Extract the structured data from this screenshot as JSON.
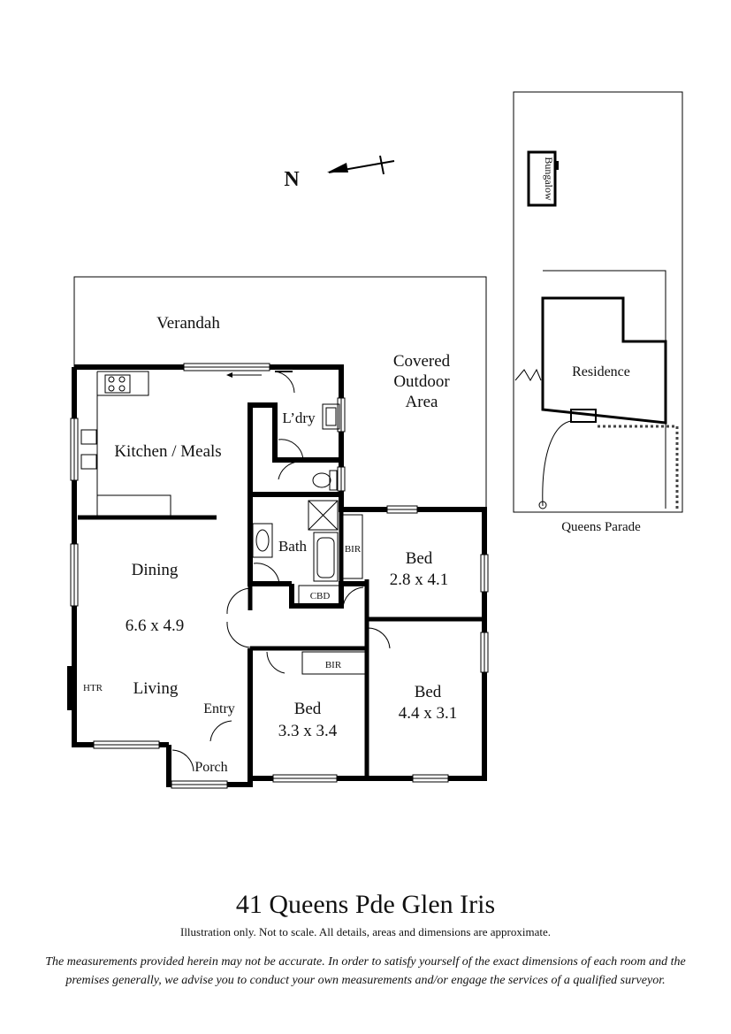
{
  "compass": {
    "label": "N"
  },
  "site_plan": {
    "bungalow": "Bungalow",
    "residence": "Residence",
    "street": "Queens Parade"
  },
  "rooms": {
    "verandah": "Verandah",
    "covered_outdoor": [
      "Covered",
      "Outdoor",
      "Area"
    ],
    "kitchen": "Kitchen / Meals",
    "laundry": "L’dry",
    "bath": "Bath",
    "bir_bath": "BIR",
    "cbd": "CBD",
    "bed1": {
      "name": "Bed",
      "size": "2.8 x 4.1"
    },
    "dining": "Dining",
    "living_size": "6.6 x 4.9",
    "living": "Living",
    "heater": "HTR",
    "entry": "Entry",
    "porch": "Porch",
    "bir_bed2": "BIR",
    "bed2": {
      "name": "Bed",
      "size": "3.3 x 3.4"
    },
    "bed3": {
      "name": "Bed",
      "size": "4.4 x 3.1"
    }
  },
  "footer": {
    "title": "41 Queens Pde Glen Iris",
    "disclaimer_short": "Illustration only. Not to scale. All details, areas and dimensions are approximate.",
    "disclaimer_long_1": "The measurements provided herein may not be accurate. In order to satisfy yourself of the exact dimensions of each room and the",
    "disclaimer_long_2": "premises generally, we advise you to conduct your own measurements and/or engage the services of a qualified surveyor."
  }
}
